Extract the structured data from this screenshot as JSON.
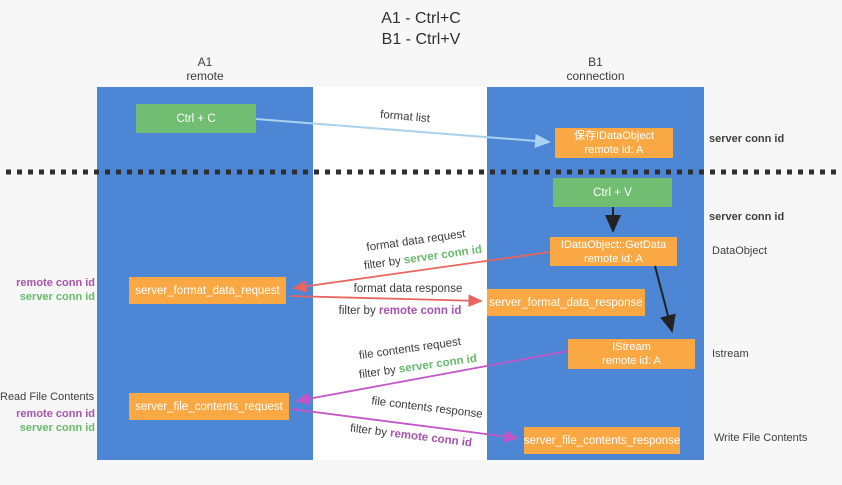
{
  "title": {
    "line1": "A1 - Ctrl+C",
    "line2": "B1 - Ctrl+V"
  },
  "columns": {
    "left": {
      "id": "A1",
      "role": "remote"
    },
    "right": {
      "id": "B1",
      "role": "connection"
    }
  },
  "nodes": {
    "ctrl_c": "Ctrl + C",
    "ctrl_v": "Ctrl + V",
    "save_dataobject": {
      "line1": "保存IDataObject",
      "line2": "remote id: A"
    },
    "getdata": {
      "line1": "IDataObject::GetData",
      "line2": "remote id: A"
    },
    "istream": {
      "line1": "IStream",
      "line2": "remote id: A"
    },
    "format_request": "server_format_data_request",
    "format_response": "server_format_data_response",
    "file_request": "server_file_contents_request",
    "file_response": "server_file_contents_response"
  },
  "edge_labels": {
    "format_list": "format list",
    "format_data_request": "format data request",
    "format_data_response": "format data response",
    "file_contents_request": "file contents request",
    "file_contents_response": "file contents response",
    "filter_by": "filter by",
    "server_conn_id": "server conn id",
    "remote_conn_id": "remote conn id"
  },
  "side_labels": {
    "server_conn_id_top": "server conn id",
    "server_conn_id_mid": "server conn id",
    "dataobject": "DataObject",
    "istream": "Istream",
    "write_file_contents": "Write File Contents",
    "read_file_contents": "Read File Contents",
    "remote_conn_id_upper": "remote conn id",
    "server_conn_id_upper": "server conn id",
    "remote_conn_id_lower": "remote conn id",
    "server_conn_id_lower": "server conn id"
  },
  "colors": {
    "lane_blue": "#4c86d4",
    "node_green": "#71be73",
    "node_orange": "#f9a843",
    "green_text": "#66bb6a",
    "purple_text": "#a653ae",
    "red_arrow": "#e8645f",
    "magenta_arrow": "#c455c8",
    "light_blue_arrow": "#a8d2f0",
    "black_arrow": "#222222",
    "background": "#f7f7f7"
  }
}
